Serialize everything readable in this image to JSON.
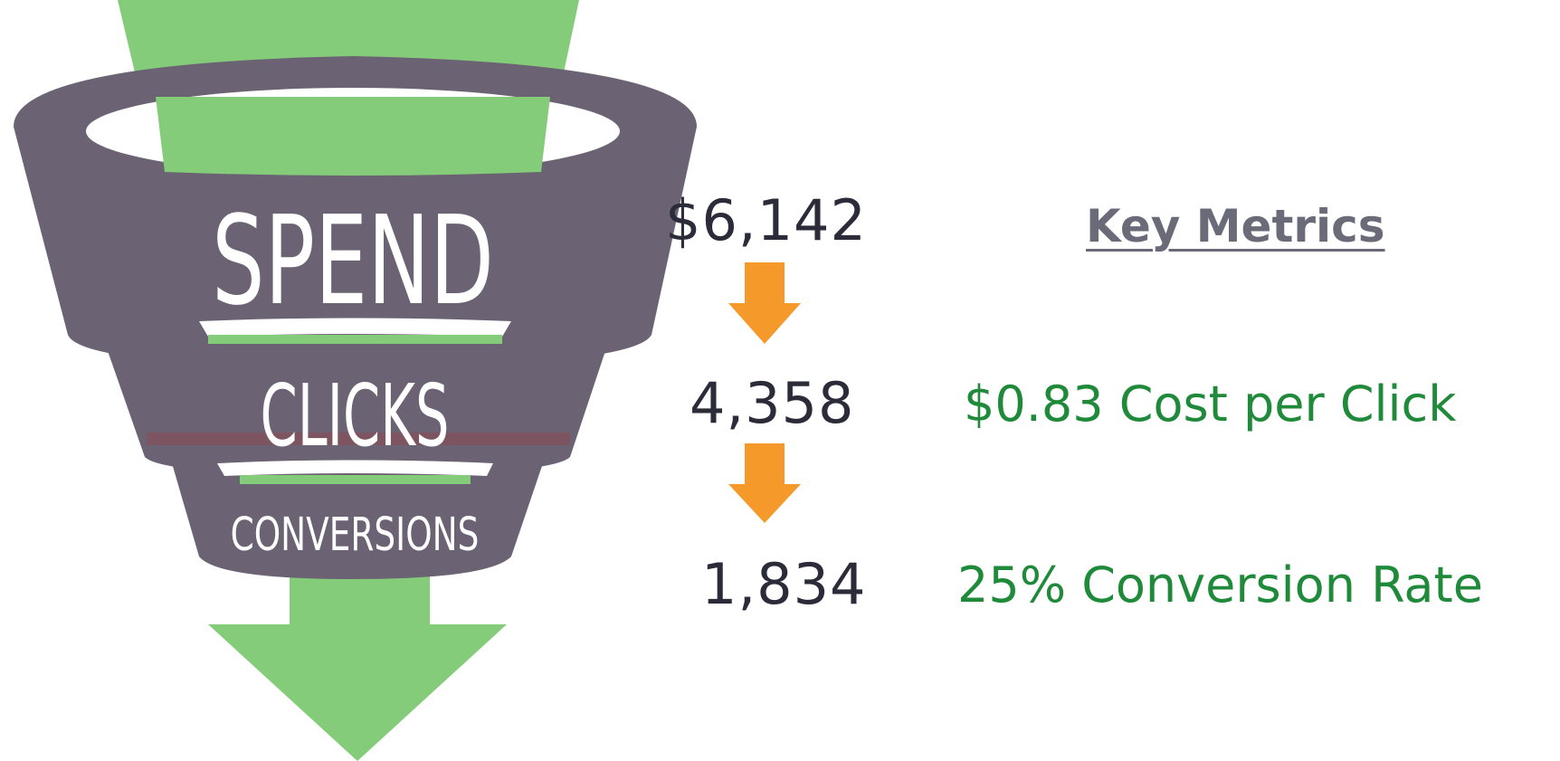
{
  "funnel": {
    "stage_labels": [
      "SPEND",
      "CLICKS",
      "CONVERSIONS"
    ],
    "colors": {
      "body": "#6b6373",
      "arrow": "#85cc7a",
      "highlight": "#ffffff",
      "text": "#ffffff"
    }
  },
  "values": {
    "spend": "$6,142",
    "clicks": "4,358",
    "conversions": "1,834",
    "arrow_color": "#f59a2a"
  },
  "key_metrics": {
    "heading": "Key Metrics",
    "cost_per_click": "$0.83 Cost per Click",
    "conversion_rate": "25% Conversion Rate",
    "color": "#1f8a3a"
  }
}
